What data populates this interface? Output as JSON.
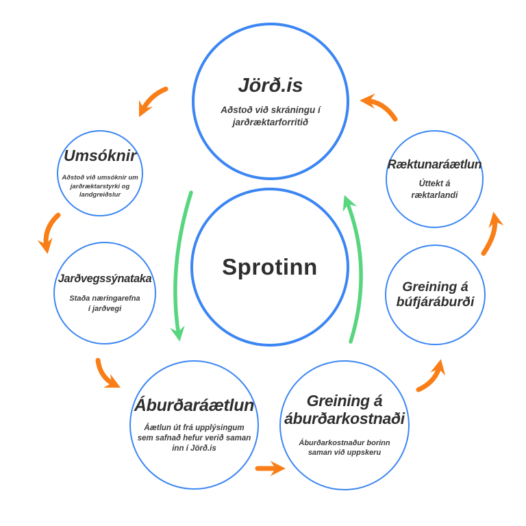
{
  "diagram": {
    "center": {
      "id": "sprotinn",
      "title": "Sprotinn"
    },
    "nodes": [
      {
        "id": "jord-is",
        "title": "Jörð.is",
        "subtitle": "Aðstoð við skráningu í jarðræktarforritið"
      },
      {
        "id": "umsoknir",
        "title": "Umsóknir",
        "subtitle": "Aðstoð við umsóknir um jarðræktarstyrki og landgreiðslur"
      },
      {
        "id": "jardvegssynataka",
        "title": "Jarðvegssýnataka",
        "subtitle": "Staða næringarefna í jarðvegi"
      },
      {
        "id": "aburdaraaetlun",
        "title": "Áburðaráætlun",
        "subtitle": "Áætlun út frá upplýsingum sem safnað hefur verið saman inn í Jörð.is"
      },
      {
        "id": "greining-a-aburdarkostnadi",
        "title": "Greining á\náburðarkostnaði",
        "subtitle": "Áburðarkostnaður borinn saman við uppskeru"
      },
      {
        "id": "greining-a-bufjaraburdi",
        "title": "Greining á\nbúfjáráburði"
      },
      {
        "id": "raektunaraaetlun",
        "title": "Ræktunaráætlun",
        "subtitle": "Úttekt á ræktarlandi"
      }
    ],
    "outer_arrows": [
      {
        "from": "jord-is",
        "to": "umsoknir"
      },
      {
        "from": "umsoknir",
        "to": "jardvegssynataka"
      },
      {
        "from": "jardvegssynataka",
        "to": "aburdaraaetlun"
      },
      {
        "from": "aburdaraaetlun",
        "to": "greining-a-aburdarkostnadi"
      },
      {
        "from": "greining-a-aburdarkostnadi",
        "to": "greining-a-bufjaraburdi"
      },
      {
        "from": "greining-a-bufjaraburdi",
        "to": "raektunaraaetlun"
      },
      {
        "from": "raektunaraaetlun",
        "to": "jord-is"
      }
    ],
    "inner_arrows": [
      {
        "id": "cycle-left",
        "direction": "down"
      },
      {
        "id": "cycle-right",
        "direction": "up"
      }
    ],
    "flow_direction": "counterclockwise"
  },
  "colors": {
    "blue": "#3b86f3",
    "orange": "#f97e17",
    "green": "#58d57f",
    "ink": "#2e2e2e",
    "bg": "#ffffff"
  }
}
